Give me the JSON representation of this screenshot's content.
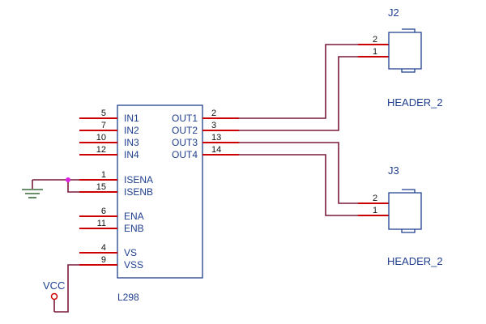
{
  "ic": {
    "part_name": "L298",
    "left_pins": [
      {
        "num": "5",
        "label": "IN1"
      },
      {
        "num": "7",
        "label": "IN2"
      },
      {
        "num": "10",
        "label": "IN3"
      },
      {
        "num": "12",
        "label": "IN4"
      },
      {
        "num": "1",
        "label": "ISENA"
      },
      {
        "num": "15",
        "label": "ISENB"
      },
      {
        "num": "6",
        "label": "ENA"
      },
      {
        "num": "11",
        "label": "ENB"
      },
      {
        "num": "4",
        "label": "VS"
      },
      {
        "num": "9",
        "label": "VSS"
      }
    ],
    "right_pins": [
      {
        "num": "2",
        "label": "OUT1"
      },
      {
        "num": "3",
        "label": "OUT2"
      },
      {
        "num": "13",
        "label": "OUT3"
      },
      {
        "num": "14",
        "label": "OUT4"
      }
    ]
  },
  "connectors": [
    {
      "ref": "J2",
      "value": "HEADER_2",
      "pins": [
        "2",
        "1"
      ]
    },
    {
      "ref": "J3",
      "value": "HEADER_2",
      "pins": [
        "2",
        "1"
      ]
    }
  ],
  "power": {
    "vcc_label": "VCC"
  },
  "colors": {
    "pin": "#cc0000",
    "wire": "#7a1a3a",
    "text": "#1f3f8f",
    "junction": "#e020e0"
  }
}
